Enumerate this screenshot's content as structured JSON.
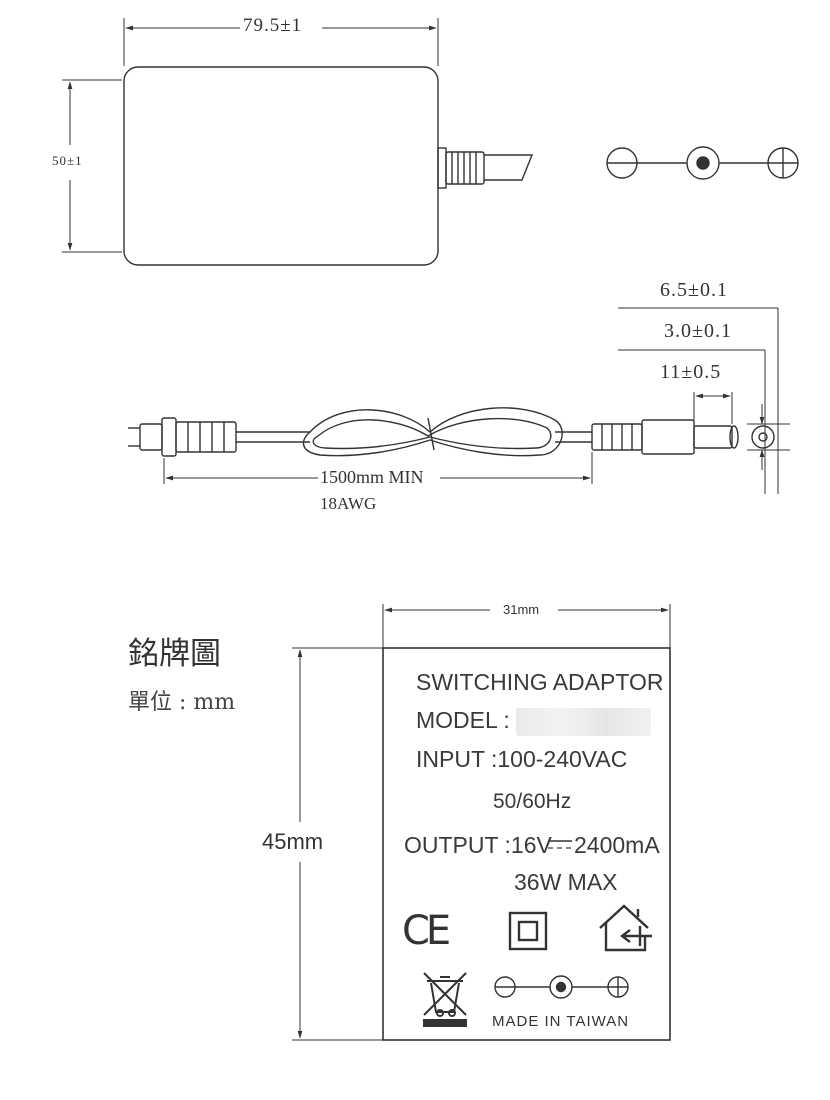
{
  "top_drawing": {
    "width_dim": "79.5±1",
    "height_dim": "50±1"
  },
  "cable_drawing": {
    "outer_dia_dim": "6.5±0.1",
    "inner_dia_dim": "3.0±0.1",
    "barrel_len_dim": "11±0.5",
    "cable_length": "1500mm MIN",
    "wire_gauge": "18AWG"
  },
  "nameplate_section": {
    "title": "銘牌圖",
    "unit_label": "單位 : mm",
    "width_dim": "31mm",
    "height_dim": "45mm"
  },
  "label": {
    "heading": "SWITCHING ADAPTOR",
    "model_prefix": "MODEL :",
    "input_line": "INPUT :100-240VAC",
    "input_freq": "50/60Hz",
    "output_prefix": "OUTPUT :16V",
    "output_current": "2400mA",
    "power": "36W MAX",
    "origin": "MADE IN TAIWAN"
  },
  "icons": [
    "ce-mark-icon",
    "double-insulation-icon",
    "indoor-use-icon",
    "weee-bin-icon",
    "polarity-icon"
  ]
}
